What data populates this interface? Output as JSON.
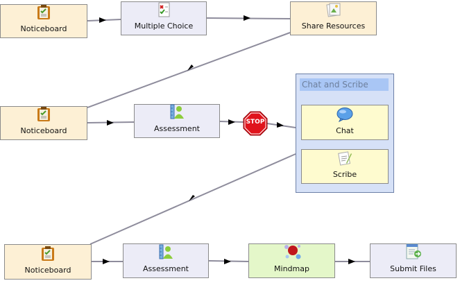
{
  "nodes": {
    "noticeboard_1": {
      "label": "Noticeboard",
      "icon": "noticeboard-icon"
    },
    "multiple_choice": {
      "label": "Multiple Choice",
      "icon": "multiple-choice-icon"
    },
    "share_resources": {
      "label": "Share Resources",
      "icon": "share-resources-icon"
    },
    "noticeboard_2": {
      "label": "Noticeboard",
      "icon": "noticeboard-icon"
    },
    "assessment_1": {
      "label": "Assessment",
      "icon": "assessment-icon"
    },
    "stop_gate": {
      "label": "STOP",
      "icon": "stop-sign-icon",
      "color": "#e0141c"
    },
    "noticeboard_3": {
      "label": "Noticeboard",
      "icon": "noticeboard-icon"
    },
    "assessment_2": {
      "label": "Assessment",
      "icon": "assessment-icon"
    },
    "mindmap": {
      "label": "Mindmap",
      "icon": "mindmap-icon"
    },
    "submit_files": {
      "label": "Submit Files",
      "icon": "submit-files-icon"
    }
  },
  "group": {
    "title": "Chat and Scribe",
    "items": {
      "chat": {
        "label": "Chat",
        "icon": "chat-bubble-icon"
      },
      "scribe": {
        "label": "Scribe",
        "icon": "scribe-icon"
      }
    }
  },
  "colors": {
    "noticeboard_fill": "#fdf0d5",
    "activity_fill": "#ececf7",
    "mindmap_fill": "#e4f7c9",
    "group_fill": "#d6e1f7",
    "group_title_fill": "#a9c6f5",
    "group_item_fill": "#fefbcf",
    "edge": "#8e8c9c"
  },
  "edges": [
    [
      "noticeboard_1",
      "multiple_choice"
    ],
    [
      "multiple_choice",
      "share_resources"
    ],
    [
      "share_resources",
      "noticeboard_2"
    ],
    [
      "noticeboard_2",
      "assessment_1"
    ],
    [
      "assessment_1",
      "stop_gate"
    ],
    [
      "stop_gate",
      "group"
    ],
    [
      "group",
      "noticeboard_3"
    ],
    [
      "noticeboard_3",
      "assessment_2"
    ],
    [
      "assessment_2",
      "mindmap"
    ],
    [
      "mindmap",
      "submit_files"
    ]
  ]
}
